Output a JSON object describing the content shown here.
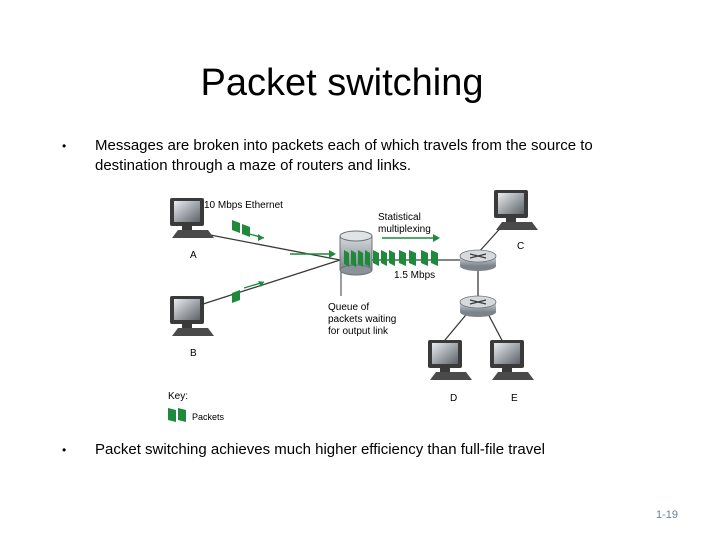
{
  "title": "Packet switching",
  "bullets": [
    {
      "marker": "•",
      "text": "Messages are broken into packets each of which travels from the source to destination through a maze of routers and links."
    },
    {
      "marker": "•",
      "text": "Packet switching achieves much higher efficiency than full-file travel"
    }
  ],
  "diagram": {
    "link_label": "10 Mbps Ethernet",
    "mux_label_1": "Statistical",
    "mux_label_2": "multiplexing",
    "rate_label": "1.5 Mbps",
    "queue_label_1": "Queue of",
    "queue_label_2": "packets waiting",
    "queue_label_3": "for output link",
    "hosts": {
      "a": "A",
      "b": "B",
      "c": "C",
      "d": "D",
      "e": "E"
    },
    "key_title": "Key:",
    "key_item": "Packets",
    "colors": {
      "packet": "#1f8a3c",
      "router": "#9aa1a8",
      "monitor": "#2d2d2d"
    }
  },
  "slide_number": "1-19"
}
